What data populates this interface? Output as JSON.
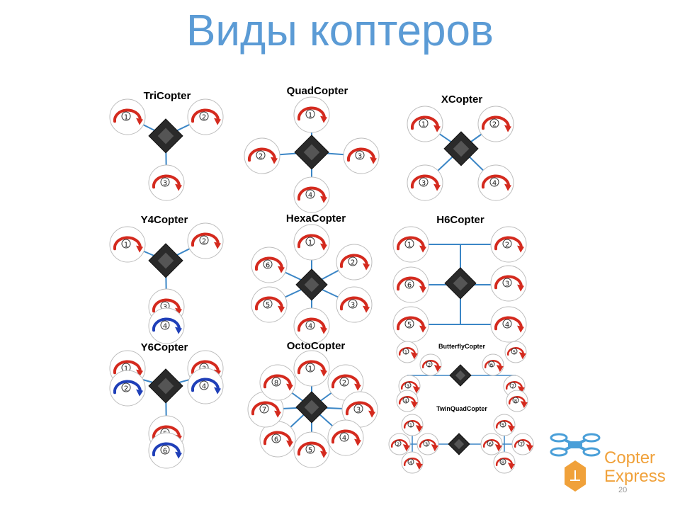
{
  "slide": {
    "title": "Виды коптеров",
    "page_number": "20"
  },
  "colors": {
    "title": "#5b9bd5",
    "prop_cw": "#d42a1e",
    "prop_ccw": "#1f3fb8",
    "arm": "#3b86c6",
    "board": "#2a2a2a"
  },
  "copters": [
    {
      "id": "tri",
      "label": "TriCopter",
      "motors": [
        {
          "n": "1",
          "dir": "cw"
        },
        {
          "n": "2",
          "dir": "cw"
        },
        {
          "n": "3",
          "dir": "cw"
        }
      ]
    },
    {
      "id": "quad",
      "label": "QuadCopter",
      "motors": [
        {
          "n": "1",
          "dir": "cw"
        },
        {
          "n": "2",
          "dir": "cw"
        },
        {
          "n": "3",
          "dir": "cw"
        },
        {
          "n": "4",
          "dir": "cw"
        }
      ]
    },
    {
      "id": "x",
      "label": "XCopter",
      "motors": [
        {
          "n": "1",
          "dir": "cw"
        },
        {
          "n": "2",
          "dir": "cw"
        },
        {
          "n": "3",
          "dir": "cw"
        },
        {
          "n": "4",
          "dir": "cw"
        }
      ]
    },
    {
      "id": "y4",
      "label": "Y4Copter",
      "motors": [
        {
          "n": "1",
          "dir": "cw"
        },
        {
          "n": "2",
          "dir": "cw"
        },
        {
          "n": "3",
          "dir": "cw"
        },
        {
          "n": "4",
          "dir": "ccw"
        }
      ]
    },
    {
      "id": "hexa",
      "label": "HexaCopter",
      "motors": [
        {
          "n": "1",
          "dir": "cw"
        },
        {
          "n": "2",
          "dir": "cw"
        },
        {
          "n": "3",
          "dir": "cw"
        },
        {
          "n": "4",
          "dir": "cw"
        },
        {
          "n": "5",
          "dir": "cw"
        },
        {
          "n": "6",
          "dir": "cw"
        }
      ]
    },
    {
      "id": "h6",
      "label": "H6Copter",
      "motors": [
        {
          "n": "1",
          "dir": "cw"
        },
        {
          "n": "2",
          "dir": "cw"
        },
        {
          "n": "3",
          "dir": "cw"
        },
        {
          "n": "4",
          "dir": "cw"
        },
        {
          "n": "5",
          "dir": "cw"
        },
        {
          "n": "6",
          "dir": "cw"
        }
      ]
    },
    {
      "id": "y6",
      "label": "Y6Copter",
      "motors": [
        {
          "n": "1",
          "dir": "cw"
        },
        {
          "n": "2",
          "dir": "ccw"
        },
        {
          "n": "3",
          "dir": "cw"
        },
        {
          "n": "4",
          "dir": "ccw"
        },
        {
          "n": "5",
          "dir": "cw"
        },
        {
          "n": "6",
          "dir": "ccw"
        }
      ]
    },
    {
      "id": "octo",
      "label": "OctoCopter",
      "motors": [
        {
          "n": "1",
          "dir": "cw"
        },
        {
          "n": "2",
          "dir": "cw"
        },
        {
          "n": "3",
          "dir": "cw"
        },
        {
          "n": "4",
          "dir": "cw"
        },
        {
          "n": "5",
          "dir": "cw"
        },
        {
          "n": "6",
          "dir": "cw"
        },
        {
          "n": "7",
          "dir": "cw"
        },
        {
          "n": "8",
          "dir": "cw"
        }
      ]
    },
    {
      "id": "butterfly",
      "label": "ButterflyCopter",
      "motors": [
        {
          "n": "1",
          "dir": "cw"
        },
        {
          "n": "2",
          "dir": "cw"
        },
        {
          "n": "3",
          "dir": "cw"
        },
        {
          "n": "4",
          "dir": "cw"
        },
        {
          "n": "5",
          "dir": "cw"
        },
        {
          "n": "6",
          "dir": "cw"
        },
        {
          "n": "7",
          "dir": "cw"
        },
        {
          "n": "8",
          "dir": "cw"
        }
      ]
    },
    {
      "id": "twinquad",
      "label": "TwinQuadCopter",
      "motors": [
        {
          "n": "1",
          "dir": "cw"
        },
        {
          "n": "2",
          "dir": "cw"
        },
        {
          "n": "3",
          "dir": "cw"
        },
        {
          "n": "4",
          "dir": "cw"
        },
        {
          "n": "5",
          "dir": "cw"
        },
        {
          "n": "6",
          "dir": "cw"
        },
        {
          "n": "7",
          "dir": "cw"
        },
        {
          "n": "8",
          "dir": "cw"
        }
      ]
    }
  ],
  "logo": {
    "line1": "Copter",
    "line2": "Express",
    "icon": "drone-logo-icon"
  }
}
